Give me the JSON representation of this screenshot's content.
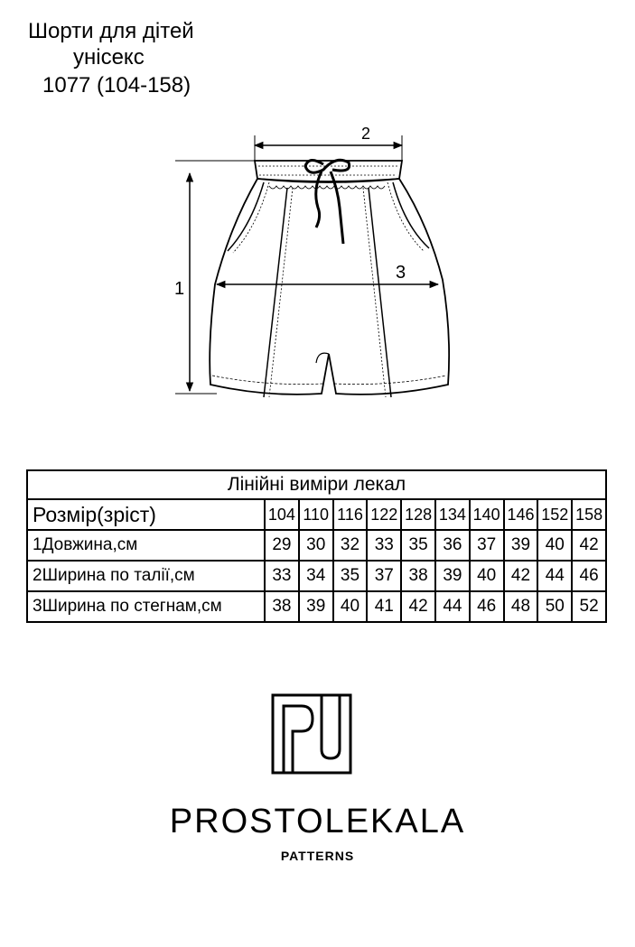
{
  "title": {
    "line1": "Шорти для дітей",
    "line2": "унісекс",
    "line3": "1077 (104-158)"
  },
  "drawing": {
    "dim_labels": {
      "length": "1",
      "waist": "2",
      "hip": "3"
    },
    "icons": [
      "shorts-technical-drawing"
    ]
  },
  "table": {
    "caption": "Лінійні виміри лекал",
    "size_header": "Розмір(зріст)",
    "sizes": [
      "104",
      "110",
      "116",
      "122",
      "128",
      "134",
      "140",
      "146",
      "152",
      "158"
    ],
    "rows": [
      {
        "label": "1Довжина,см",
        "values": [
          "29",
          "30",
          "32",
          "33",
          "35",
          "36",
          "37",
          "39",
          "40",
          "42"
        ]
      },
      {
        "label": "2Ширина по талії,см",
        "values": [
          "33",
          "34",
          "35",
          "37",
          "38",
          "39",
          "40",
          "42",
          "44",
          "46"
        ]
      },
      {
        "label": "3Ширина по стегнам,см",
        "values": [
          "38",
          "39",
          "40",
          "41",
          "42",
          "44",
          "46",
          "48",
          "50",
          "52"
        ]
      }
    ]
  },
  "brand": {
    "name": "PROSTOLEKALA",
    "tagline": "PATTERNS",
    "logo_icon": "pl-monogram-icon"
  }
}
